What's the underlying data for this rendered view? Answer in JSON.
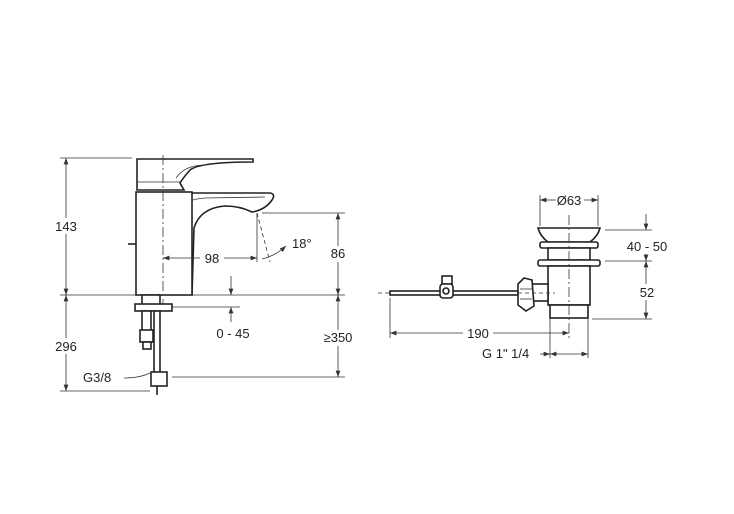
{
  "faucet": {
    "height_total": "143",
    "spout_reach": "98",
    "spout_angle": "18°",
    "spout_height": "86",
    "deck_thickness": "0 - 45",
    "hose_length": "296",
    "min_clearance": "≥350",
    "connection": "G3/8"
  },
  "drain": {
    "diameter": "Ø63",
    "cap_height": "40 - 50",
    "body_height": "52",
    "rod_length": "190",
    "thread": "G 1\" 1/4"
  }
}
